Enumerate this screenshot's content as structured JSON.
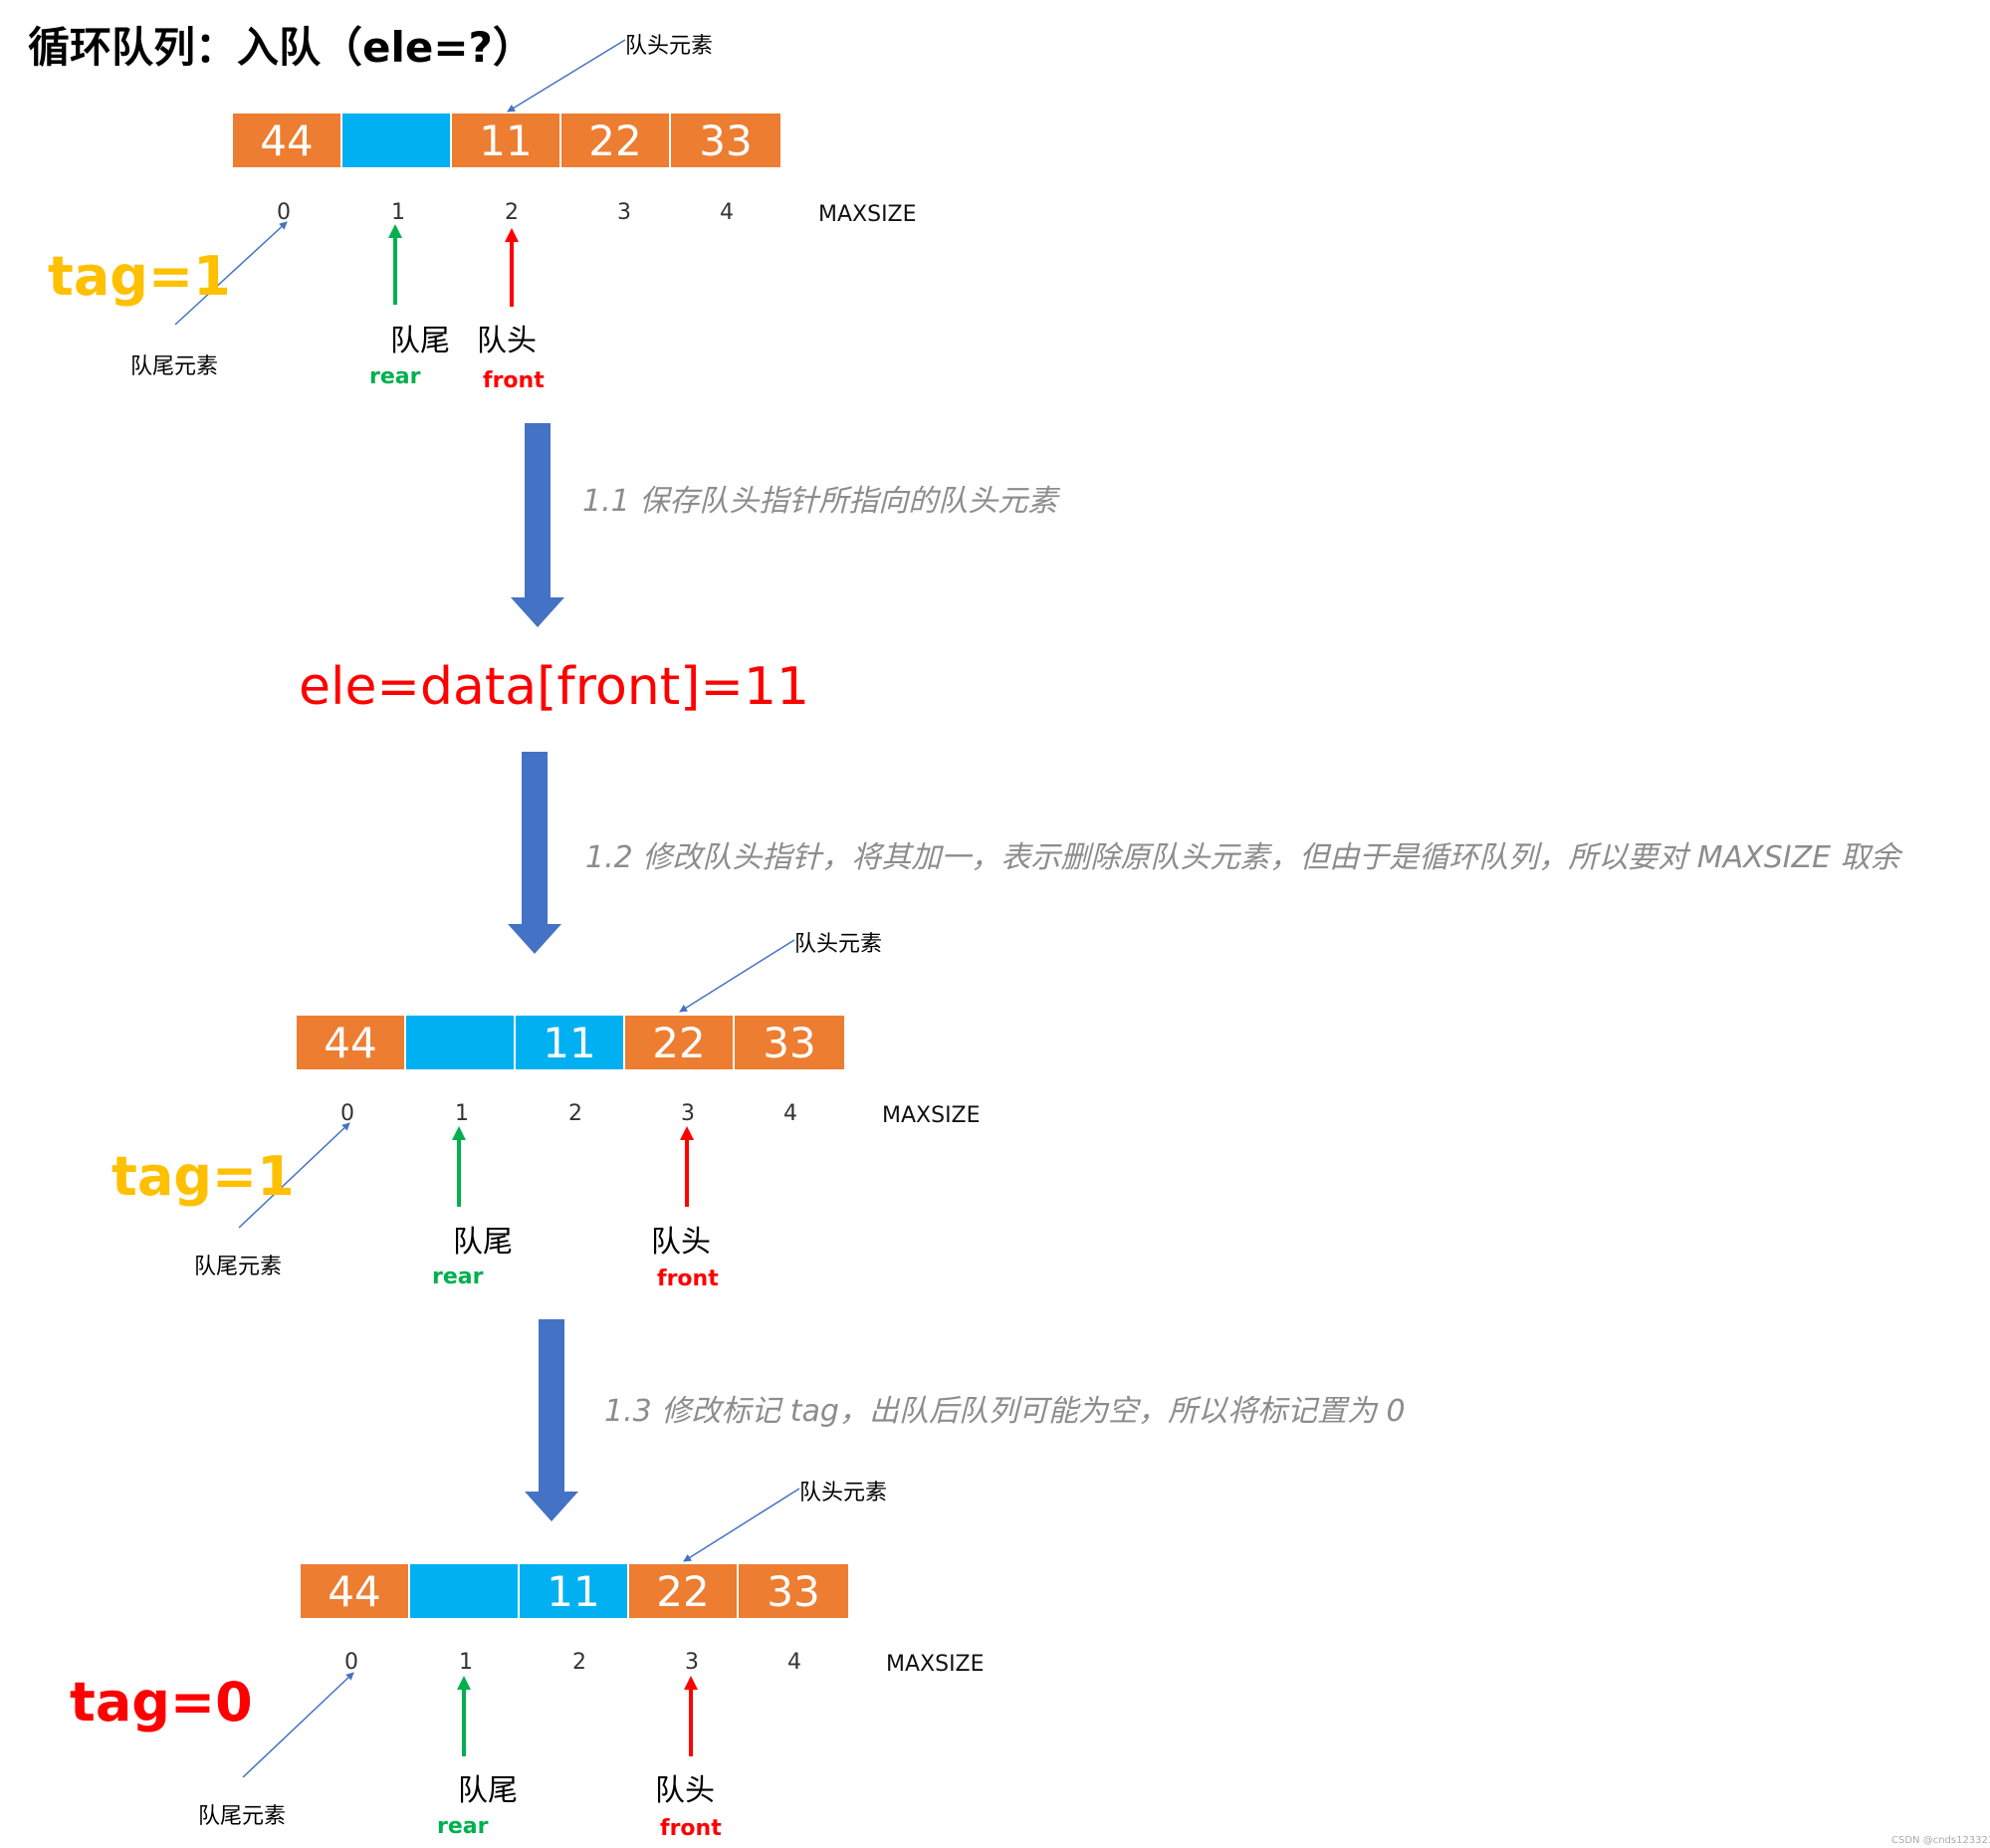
{
  "title": "循环队列：入队（ele=?）",
  "colors": {
    "filled": "#ED7D31",
    "empty": "#00B0F0",
    "rear": "#00B050",
    "front": "#FF0000",
    "tag": "#FFC000",
    "flow_arrow": "#4472C4",
    "pointer_line": "#4472C4"
  },
  "stage1": {
    "cells": [
      "44",
      "",
      "11",
      "22",
      "33"
    ],
    "indices": [
      "0",
      "1",
      "2",
      "3",
      "4"
    ],
    "maxsize": "MAXSIZE",
    "tag": "tag=1",
    "head_note": "队头元素",
    "tail_note": "队尾元素",
    "rear_cn": "队尾",
    "rear_en": "rear",
    "front_cn": "队头",
    "front_en": "front"
  },
  "step1": "1.1 保存队头指针所指向的队头元素",
  "formula": "ele=data[front]=11",
  "step2": "1.2 修改队头指针，将其加一，表示删除原队头元素，但由于是循环队列，所以要对 MAXSIZE 取余",
  "stage2": {
    "cells": [
      "44",
      "",
      "11",
      "22",
      "33"
    ],
    "indices": [
      "0",
      "1",
      "2",
      "3",
      "4"
    ],
    "maxsize": "MAXSIZE",
    "tag": "tag=1",
    "head_note": "队头元素",
    "tail_note": "队尾元素",
    "rear_cn": "队尾",
    "rear_en": "rear",
    "front_cn": "队头",
    "front_en": "front"
  },
  "step3": "1.3 修改标记 tag，出队后队列可能为空，所以将标记置为 0",
  "stage3": {
    "cells": [
      "44",
      "",
      "11",
      "22",
      "33"
    ],
    "indices": [
      "0",
      "1",
      "2",
      "3",
      "4"
    ],
    "maxsize": "MAXSIZE",
    "tag": "tag=0",
    "head_note": "队头元素",
    "tail_note": "队尾元素",
    "rear_cn": "队尾",
    "rear_en": "rear",
    "front_cn": "队头",
    "front_en": "front"
  },
  "watermark": "CSDN @cnds123321"
}
